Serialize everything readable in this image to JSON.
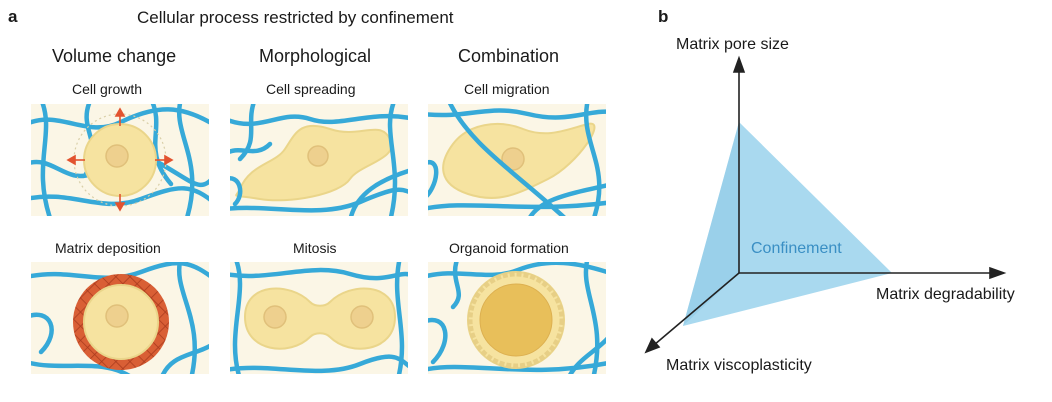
{
  "panel_a": {
    "letter": "a",
    "title": "Cellular process restricted by confinement",
    "columns": [
      "Volume change",
      "Morphological",
      "Combination"
    ],
    "row1_labels": [
      "Cell growth",
      "Cell spreading",
      "Cell migration"
    ],
    "row2_labels": [
      "Matrix deposition",
      "Mitosis",
      "Organoid formation"
    ]
  },
  "panel_b": {
    "letter": "b",
    "y_axis_label": "Matrix pore size",
    "x_axis_label": "Matrix degradability",
    "z_axis_label": "Matrix viscoplasticity",
    "region_label": "Confinement"
  },
  "colors": {
    "fiber": "#36a9d8",
    "tile_bg": "#fbf6e6",
    "cell_fill": "#f6e3a0",
    "cell_stroke": "#ead58a",
    "nucleus": "#eed08e",
    "arrow_red": "#e2532f",
    "matrix_ring": "#d95f35",
    "confinement_fill": "#a9d9ef",
    "confinement_text": "#3a8fc4"
  }
}
